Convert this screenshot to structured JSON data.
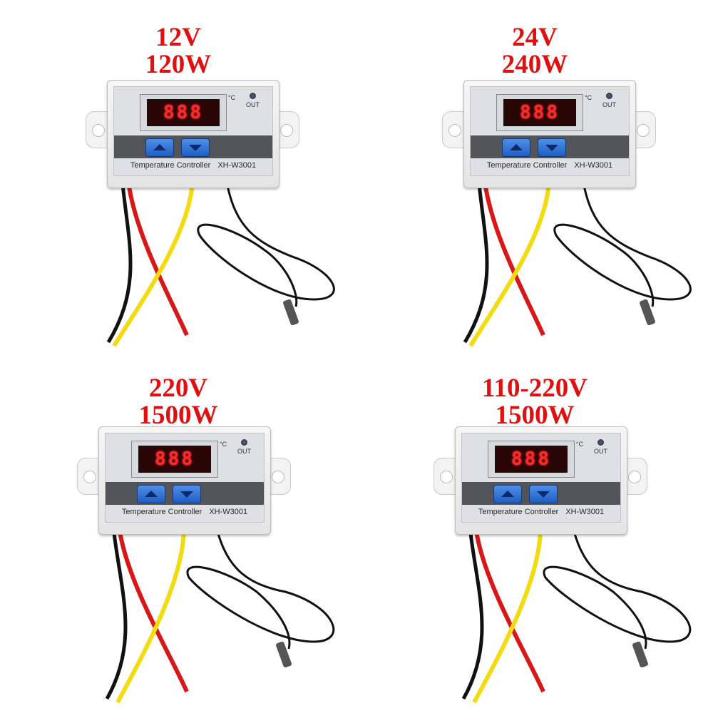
{
  "variants": [
    {
      "voltage": "12V",
      "power": "120W"
    },
    {
      "voltage": "24V",
      "power": "240W"
    },
    {
      "voltage": "220V",
      "power": "1500W"
    },
    {
      "voltage": "110-220V",
      "power": "1500W"
    }
  ],
  "device": {
    "display": "888",
    "unit": "°C",
    "out_label": "OUT",
    "caption": "Temperature Controller",
    "model": "XH-W3001"
  },
  "icons": [
    "up-arrow-icon",
    "down-arrow-icon",
    "out-led-icon"
  ],
  "colors": {
    "label_red": "#e01010",
    "button_blue": "#2f72d6",
    "display_red": "#ff2a2a",
    "wire_red": "#d81818",
    "wire_yellow": "#f2dc10",
    "wire_black": "#111111"
  }
}
